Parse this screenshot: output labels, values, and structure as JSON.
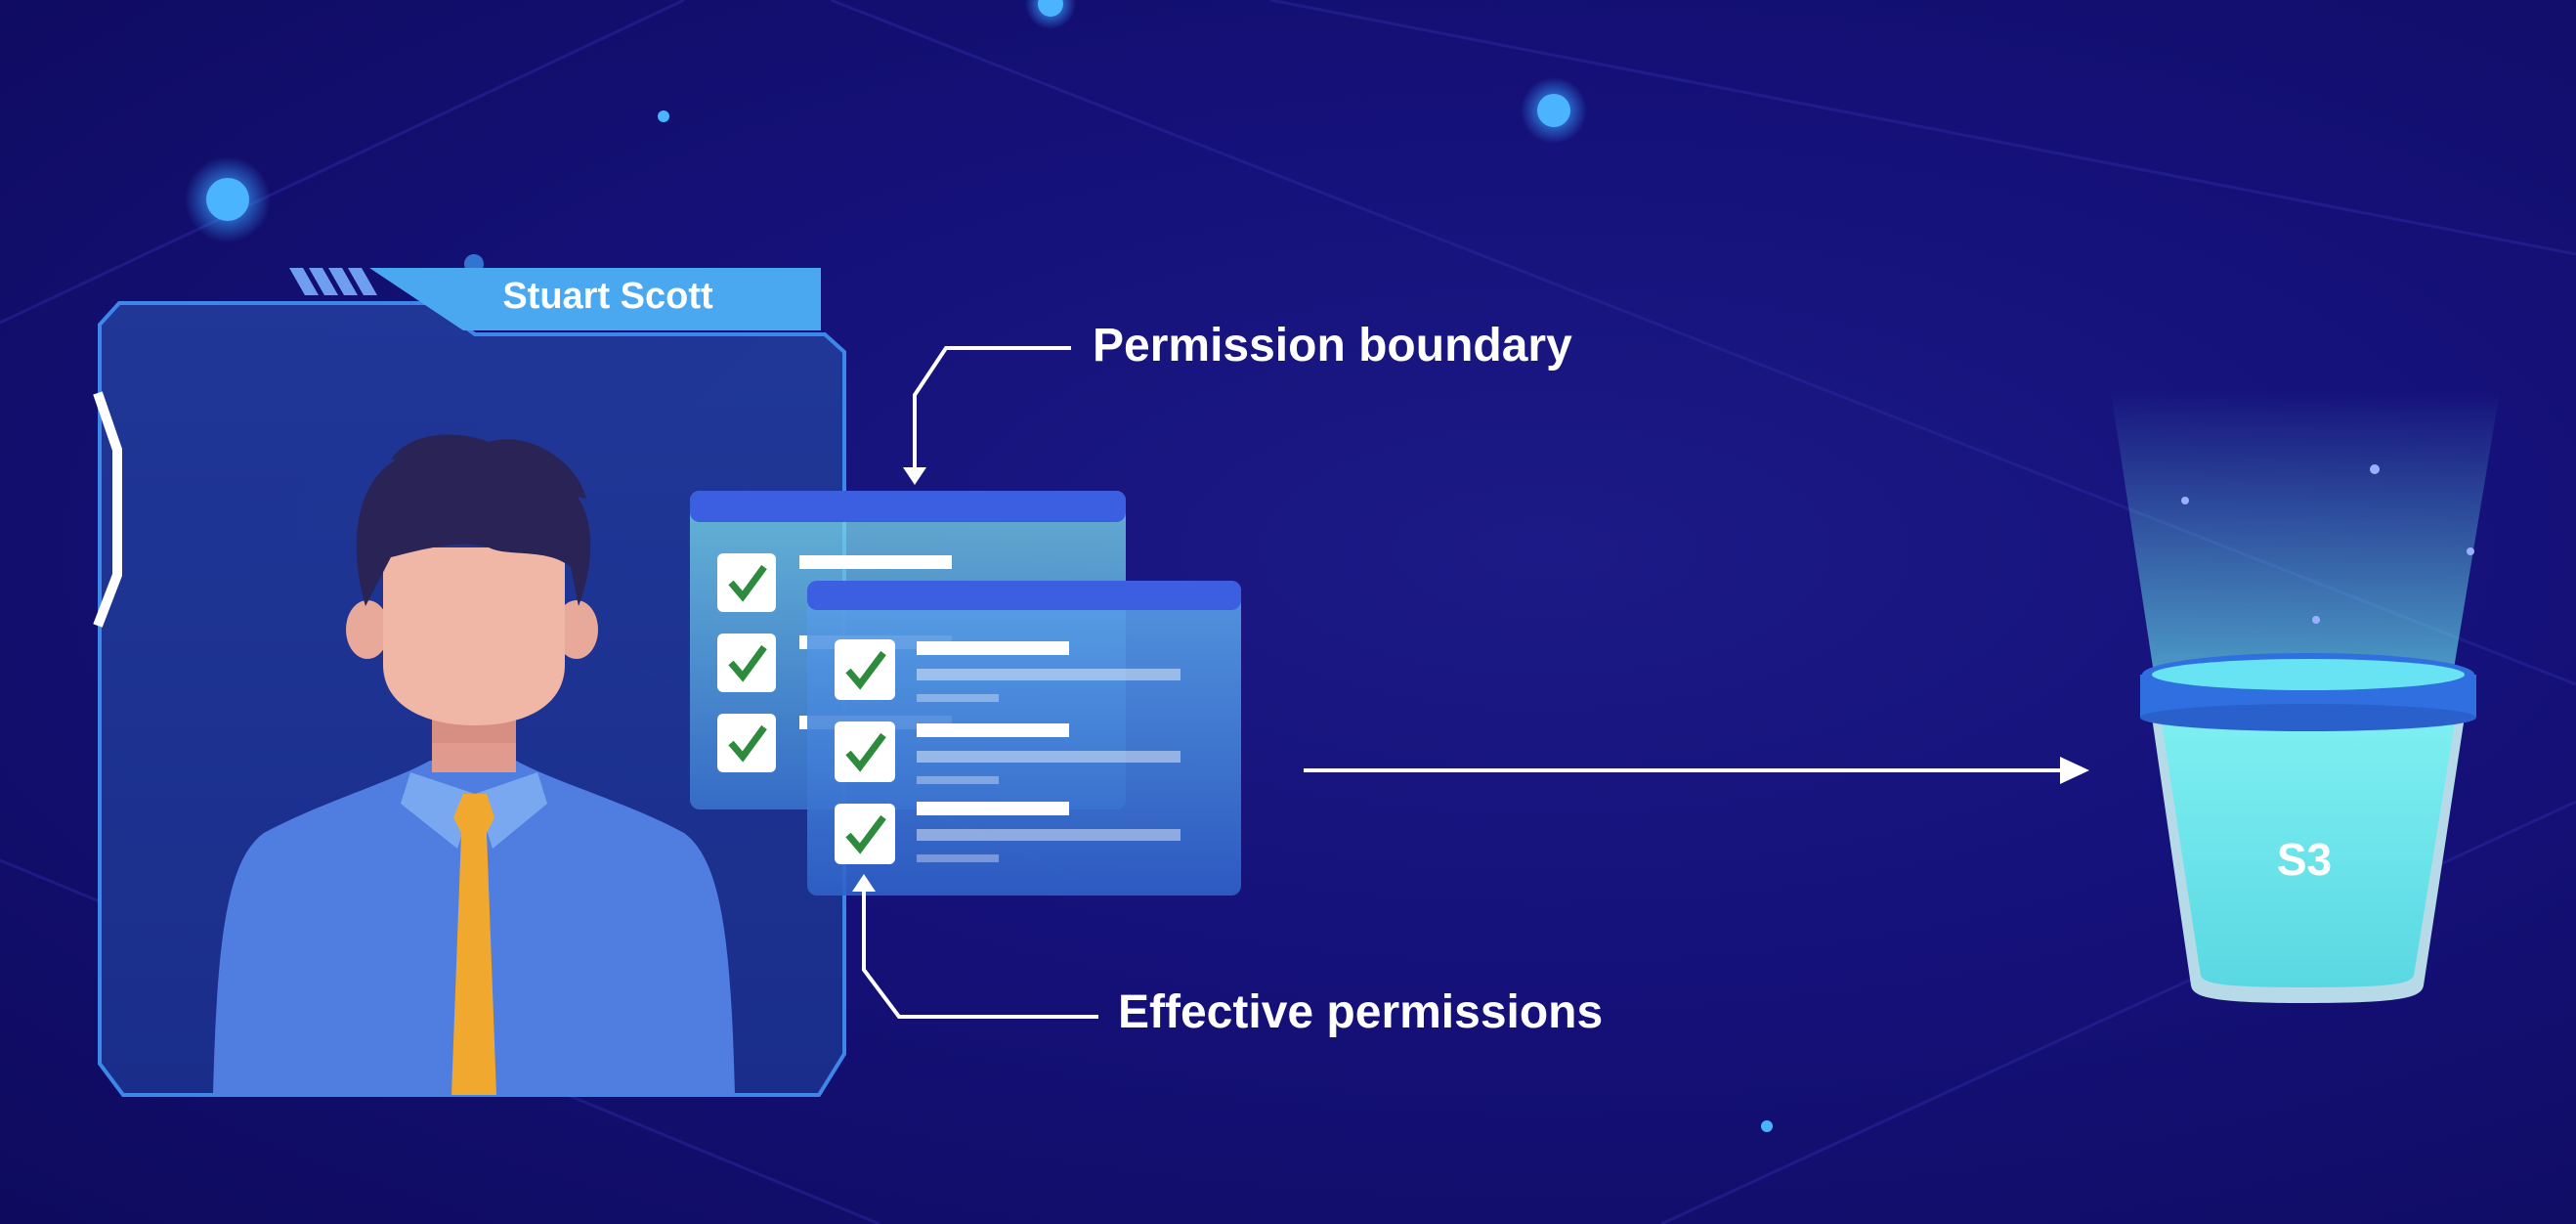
{
  "user": {
    "name": "Stuart Scott"
  },
  "labels": {
    "permission_boundary": "Permission boundary",
    "effective_permissions": "Effective permissions"
  },
  "bucket": {
    "label": "S3"
  },
  "colors": {
    "background": "#15117a",
    "frame_stroke": "#3f8ef0",
    "name_tab": "#4aa8f0",
    "shirt": "#4f7ee0",
    "tie": "#f0a82e",
    "card_header": "#3b5fe0",
    "check": "#2e8b3e",
    "bucket_rim": "#2f6fe0",
    "bucket_water": "#6fe3ea",
    "arrow": "#ffffff"
  },
  "icons": [
    "checkmark-icon",
    "arrow-right-icon",
    "bucket-icon",
    "person-avatar"
  ]
}
